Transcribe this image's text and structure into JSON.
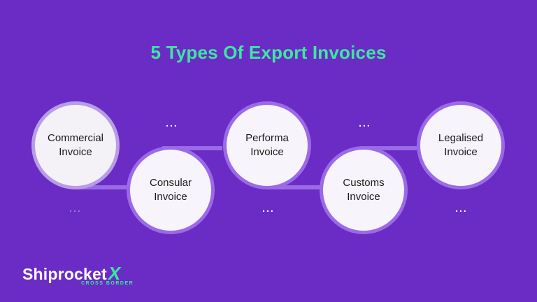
{
  "title": "5 Types Of Export Invoices",
  "steps": [
    {
      "label": "Commercial\nInvoice"
    },
    {
      "label": "Consular\nInvoice"
    },
    {
      "label": "Performa\nInvoice"
    },
    {
      "label": "Customs\nInvoice"
    },
    {
      "label": "Legalised\nInvoice"
    }
  ],
  "dots": "...",
  "logo": {
    "brand": "Shiprocket",
    "mark": "X",
    "subtitle": "CROSS BORDER"
  },
  "colors": {
    "background": "#6a2cc4",
    "title": "#3ce8a0",
    "ring": "#9b6ae8",
    "circle": "#f7f4fb"
  }
}
